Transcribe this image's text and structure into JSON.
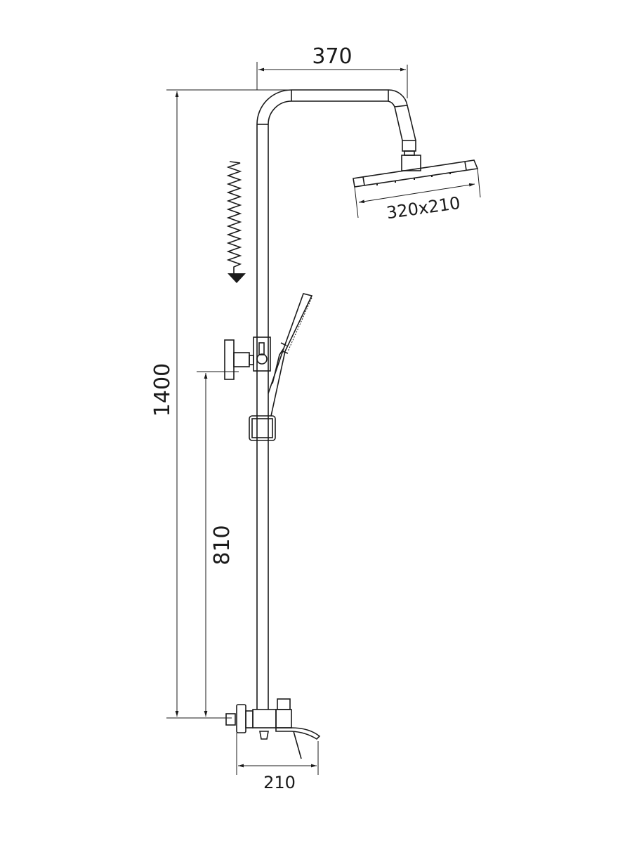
{
  "dimensions": {
    "arm_length": "370",
    "total_height": "1400",
    "head_size": "320x210",
    "slider_height": "810",
    "spout_length": "210"
  },
  "colors": {
    "line": "#1a1a1a",
    "background": "#ffffff"
  }
}
